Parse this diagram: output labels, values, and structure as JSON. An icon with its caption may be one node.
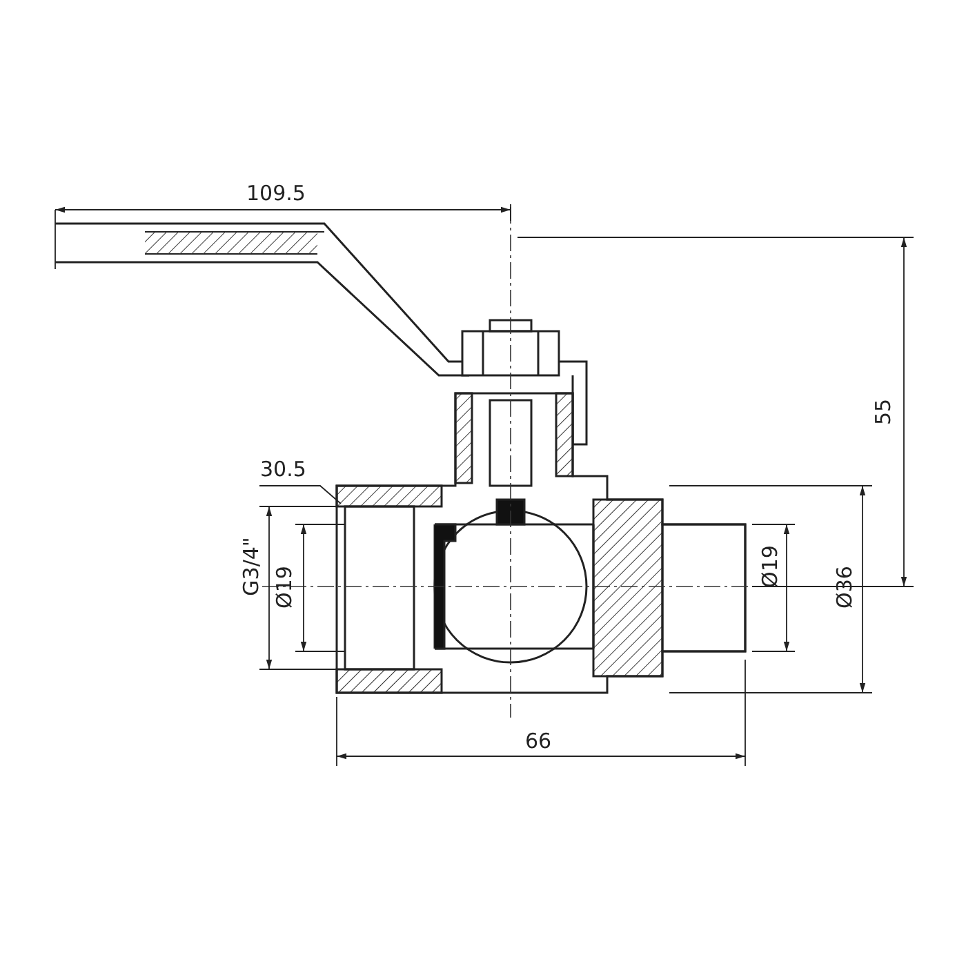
{
  "diagram": {
    "labels": [
      "109.5",
      "55",
      "30.5",
      "G3/4\"",
      "Ø19",
      "Ø19",
      "Ø36",
      "66"
    ]
  }
}
